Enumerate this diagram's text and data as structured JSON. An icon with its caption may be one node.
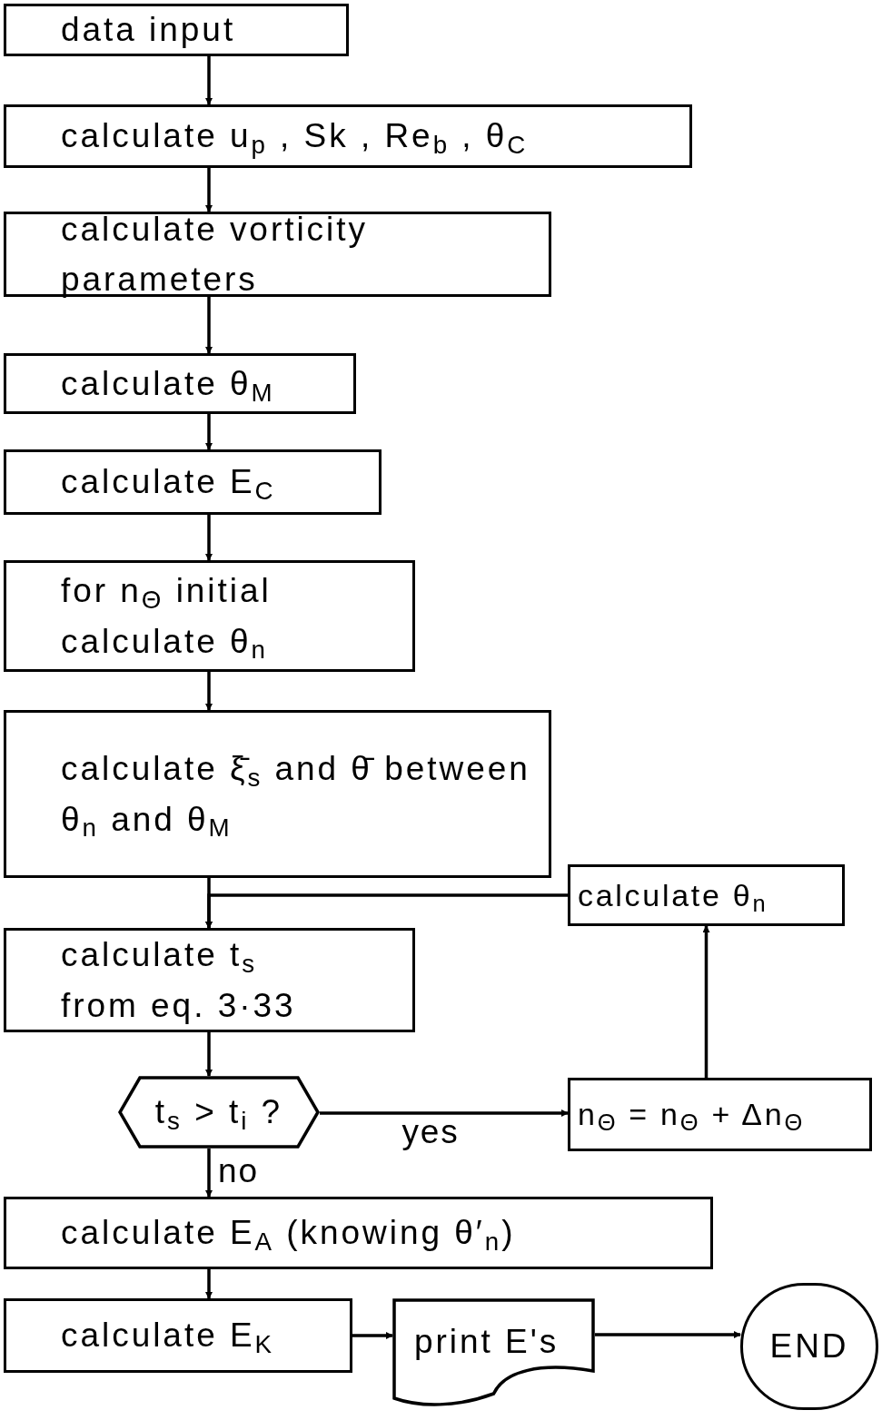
{
  "diagram": {
    "nodes": [
      {
        "text": [
          "data input"
        ]
      },
      {
        "text": [
          "calculate u$_{p}$ , Sk , Re$_{b}$ , θ$_{C}$"
        ]
      },
      {
        "text": [
          "calculate vorticity parameters"
        ]
      },
      {
        "text": [
          "calculate θ$_{M}$"
        ]
      },
      {
        "text": [
          "calculate E$_{C}$"
        ]
      },
      {
        "text": [
          "for n$_{Θ}$ initial calculate θ$_{n}$"
        ]
      },
      {
        "text": [
          "calculate ξ̄$_{s}$ and θ̄ between θ$_{n}$ and θ$_{M}$"
        ]
      },
      {
        "text": [
          "calculate θ$_{n}$"
        ]
      },
      {
        "text": [
          "calculate t$_{s}$ from eq. 3·33"
        ]
      },
      {
        "text": [
          "t$_{s}$ > t$_{i}$ ?"
        ]
      },
      {
        "text": [
          "n$_{Θ}$ = n$_{Θ}$ + Δn$_{Θ}$"
        ]
      },
      {
        "text": [
          "calculate E$_{A}$ (knowing θ′$_{n}$)"
        ]
      },
      {
        "text": [
          "calculate E$_{K}$"
        ]
      },
      {
        "text": [
          "print E's"
        ]
      },
      {
        "text": [
          "END"
        ]
      }
    ],
    "edges": [
      {
        "from": 0,
        "to": 1,
        "arrow": "to"
      },
      {
        "from": 1,
        "to": 2,
        "arrow": "to"
      },
      {
        "from": 2,
        "to": 3,
        "arrow": "to"
      },
      {
        "from": 3,
        "to": 4,
        "arrow": "to"
      },
      {
        "from": 4,
        "to": 5,
        "arrow": "to"
      },
      {
        "from": 5,
        "to": 6,
        "arrow": "to"
      },
      {
        "from": 6,
        "to": 8,
        "arrow": "to"
      },
      {
        "from": 7,
        "to": 8,
        "arrow": "to"
      },
      {
        "from": 8,
        "to": 9,
        "arrow": "to"
      },
      {
        "from": 9,
        "to": 10,
        "label": "yes",
        "arrow": "to"
      },
      {
        "from": 10,
        "to": 7,
        "arrow": "to"
      },
      {
        "from": 9,
        "to": 11,
        "label": "no",
        "arrow": "to"
      },
      {
        "from": 11,
        "to": 12,
        "arrow": "to"
      },
      {
        "from": 12,
        "to": 13,
        "arrow": "to"
      },
      {
        "from": 13,
        "to": 14,
        "arrow": "to"
      }
    ]
  }
}
